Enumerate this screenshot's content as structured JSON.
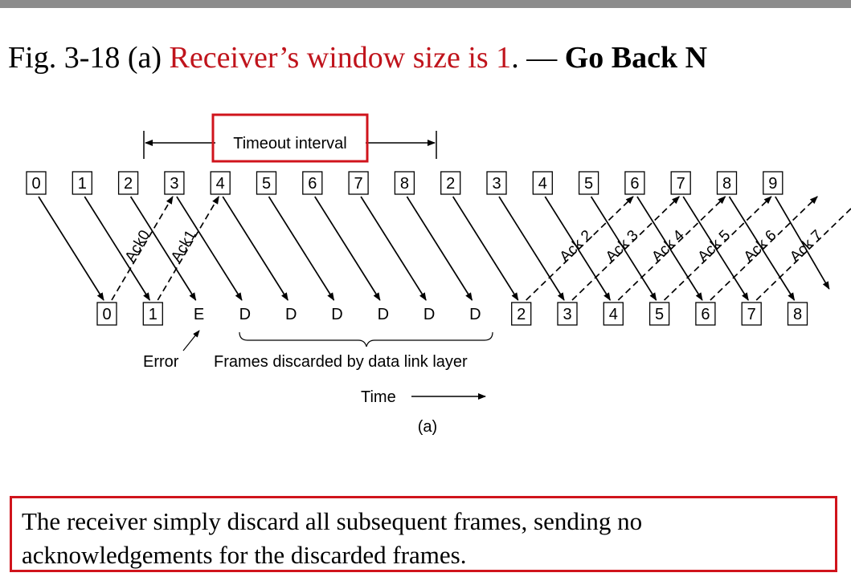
{
  "slide": {
    "title_prefix": "Fig. 3-18 (a) ",
    "title_highlight": "Receiver’s window size is 1",
    "title_suffix": ". — ",
    "title_bold": "Go Back N",
    "note": "The receiver simply discard all subsequent frames, sending no acknowledgements for the discarded frames.",
    "highlight_color": "#c0141c",
    "box_color": "#d0141c"
  },
  "diagram": {
    "timeout_label": "Timeout interval",
    "error_label": "Error",
    "discarded_label": "Frames discarded by data link layer",
    "time_label": "Time",
    "caption": "(a)",
    "sent_frames": [
      "0",
      "1",
      "2",
      "3",
      "4",
      "5",
      "6",
      "7",
      "8",
      "2",
      "3",
      "4",
      "5",
      "6",
      "7",
      "8",
      "9"
    ],
    "received": [
      {
        "text": "0",
        "boxed": true
      },
      {
        "text": "1",
        "boxed": true
      },
      {
        "text": "E",
        "boxed": false
      },
      {
        "text": "D",
        "boxed": false
      },
      {
        "text": "D",
        "boxed": false
      },
      {
        "text": "D",
        "boxed": false
      },
      {
        "text": "D",
        "boxed": false
      },
      {
        "text": "D",
        "boxed": false
      },
      {
        "text": "D",
        "boxed": false
      },
      {
        "text": "2",
        "boxed": true
      },
      {
        "text": "3",
        "boxed": true
      },
      {
        "text": "4",
        "boxed": true
      },
      {
        "text": "5",
        "boxed": true
      },
      {
        "text": "6",
        "boxed": true
      },
      {
        "text": "7",
        "boxed": true
      },
      {
        "text": "8",
        "boxed": true
      }
    ],
    "acks": [
      "Ack0",
      "Ack1",
      "Ack 2",
      "Ack 3",
      "Ack 4",
      "Ack 5",
      "Ack 6",
      "Ack 7"
    ]
  }
}
